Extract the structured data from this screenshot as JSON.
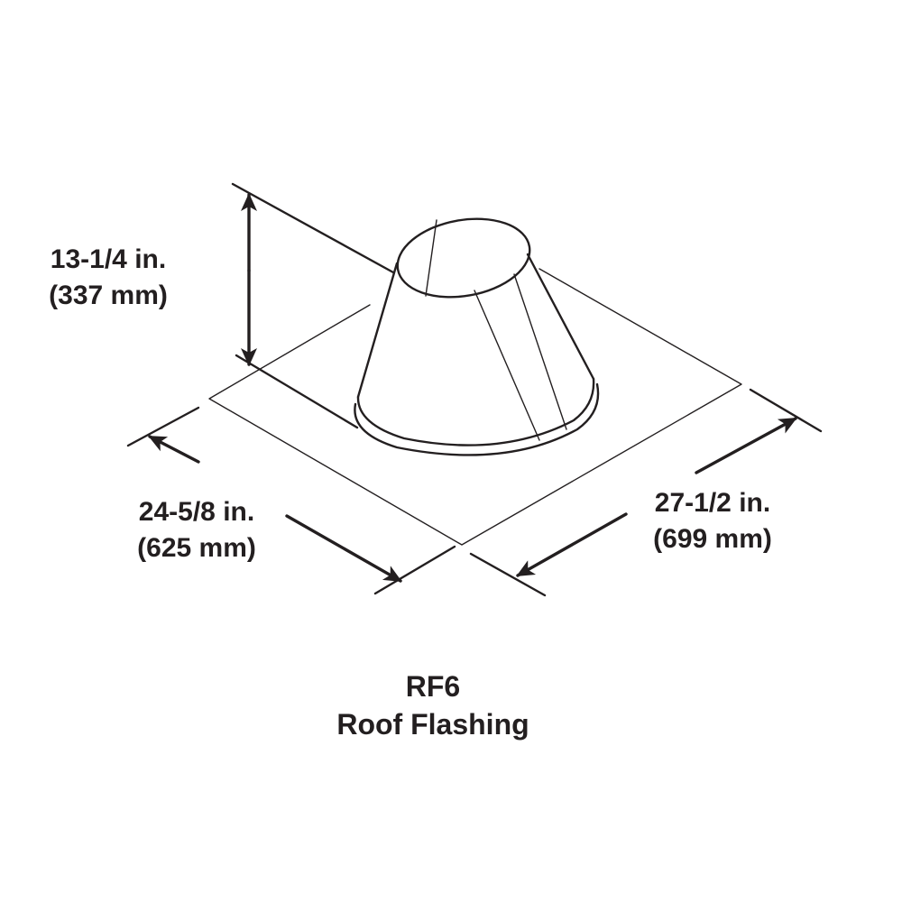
{
  "part": {
    "model": "RF6",
    "name": "Roof Flashing"
  },
  "dimensions": {
    "height": {
      "imperial": "13-1/4 in.",
      "metric": "(337 mm)"
    },
    "width": {
      "imperial": "24-5/8 in.",
      "metric": "(625 mm)"
    },
    "length": {
      "imperial": "27-1/2 in.",
      "metric": "(699 mm)"
    }
  },
  "colors": {
    "ink": "#231f20",
    "background": "#ffffff"
  }
}
